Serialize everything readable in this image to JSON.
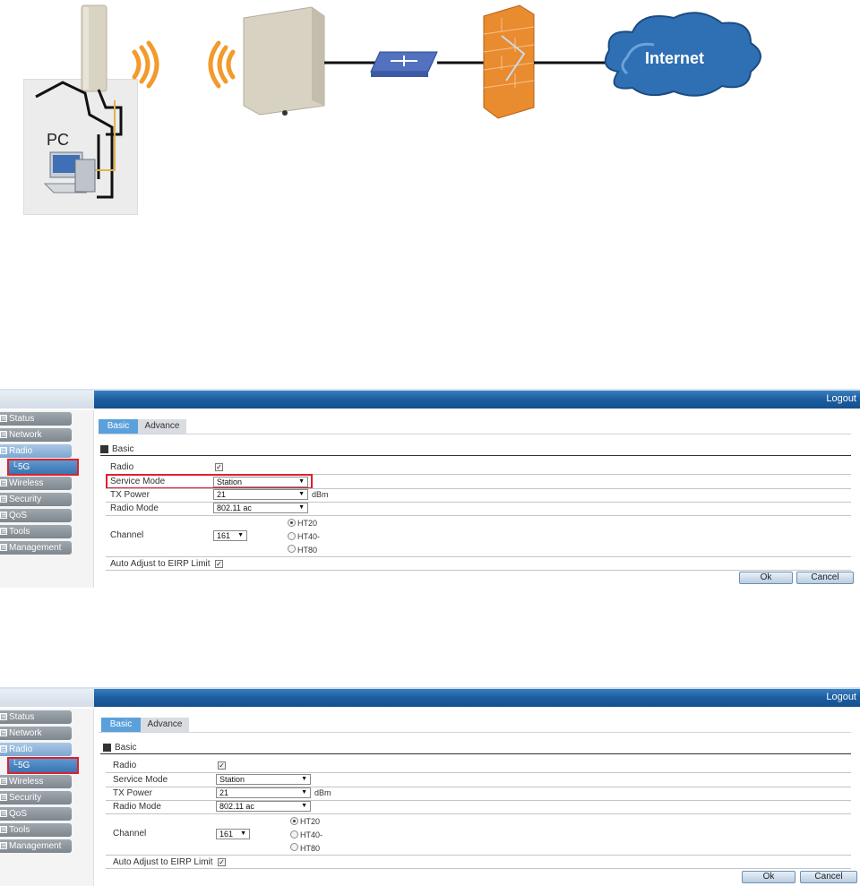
{
  "diagram": {
    "pc_label": "PC",
    "internet_label": "Internet",
    "icons": [
      "cpe-antenna-icon",
      "signal-waves-icon",
      "base-station-icon",
      "switch-icon",
      "firewall-icon",
      "internet-cloud-icon",
      "pc-icon"
    ]
  },
  "ui": {
    "logout": "Logout",
    "sidebar": {
      "items": [
        "Status",
        "Network",
        "Radio",
        "Wireless",
        "Security",
        "QoS",
        "Tools",
        "Management"
      ],
      "expanded_marker": "⊟",
      "collapsed_marker": "⊞",
      "sub_item": "5G"
    },
    "tabs": {
      "basic": "Basic",
      "advance": "Advance"
    },
    "section_title": "Basic",
    "rows": {
      "radio": "Radio",
      "service_mode": "Service Mode",
      "tx_power": "TX Power",
      "radio_mode": "Radio Mode",
      "channel": "Channel",
      "auto_adjust": "Auto Adjust to EIRP Limit"
    },
    "values": {
      "service_mode": "Station",
      "tx_power": "21",
      "tx_unit": "dBm",
      "radio_mode": "802.11 ac",
      "channel": "161",
      "bandwidth_options": [
        "HT20",
        "HT40-",
        "HT80"
      ],
      "bandwidth_selected": "HT20",
      "radio_checked": true,
      "auto_adjust_checked": true
    },
    "buttons": {
      "ok": "Ok",
      "cancel": "Cancel"
    }
  },
  "colors": {
    "topbar": "#1d5fa2",
    "active_tab": "#5aa1db",
    "highlight": "#e0202a",
    "firewall": "#e98b2f",
    "cloud": "#2f6fb3"
  }
}
